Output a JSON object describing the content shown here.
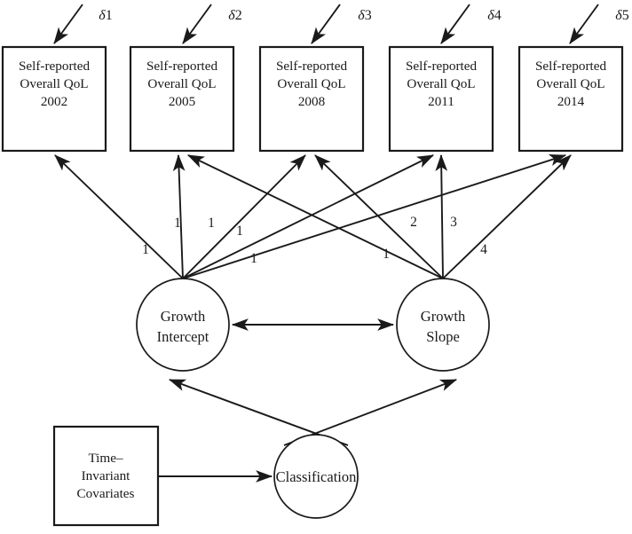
{
  "figure": {
    "type": "sem-path-diagram",
    "title": "Latent growth curve model with classification and time-invariant covariates",
    "stroke_color": "#1a1a1a",
    "background_color": "#ffffff"
  },
  "indicators": [
    {
      "id": "qol2002",
      "line1": "Self-reported",
      "line2": "Overall QoL",
      "line3": "2002",
      "error_label_symbol": "δ",
      "error_label_index": "1"
    },
    {
      "id": "qol2005",
      "line1": "Self-reported",
      "line2": "Overall QoL",
      "line3": "2005",
      "error_label_symbol": "δ",
      "error_label_index": "2"
    },
    {
      "id": "qol2008",
      "line1": "Self-reported",
      "line2": "Overall QoL",
      "line3": "2008",
      "error_label_symbol": "δ",
      "error_label_index": "3"
    },
    {
      "id": "qol2011",
      "line1": "Self-reported",
      "line2": "Overall QoL",
      "line3": "2011",
      "error_label_symbol": "δ",
      "error_label_index": "4"
    },
    {
      "id": "qol2014",
      "line1": "Self-reported",
      "line2": "Overall QoL",
      "line3": "2014",
      "error_label_symbol": "δ",
      "error_label_index": "5"
    }
  ],
  "latents": {
    "intercept": {
      "line1": "Growth",
      "line2": "Intercept"
    },
    "slope": {
      "line1": "Growth",
      "line2": "Slope"
    },
    "classification": {
      "line1": "Classification"
    }
  },
  "covariates_box": {
    "line1": "Time–",
    "line2": "Invariant",
    "line3": "Covariates"
  },
  "loadings": {
    "intercept": [
      {
        "target": "qol2002",
        "label": "1"
      },
      {
        "target": "qol2005",
        "label": "1"
      },
      {
        "target": "qol2008",
        "label": "1"
      },
      {
        "target": "qol2011",
        "label": "1"
      },
      {
        "target": "qol2014",
        "label": "1"
      }
    ],
    "slope": [
      {
        "target": "qol2005",
        "label": "1"
      },
      {
        "target": "qol2008",
        "label": "2"
      },
      {
        "target": "qol2011",
        "label": "3"
      },
      {
        "target": "qol2014",
        "label": "4"
      }
    ]
  },
  "relations": {
    "intercept_slope": "covariance",
    "classification_to_intercept": "regression",
    "classification_to_slope": "regression",
    "covariates_to_classification": "regression"
  }
}
